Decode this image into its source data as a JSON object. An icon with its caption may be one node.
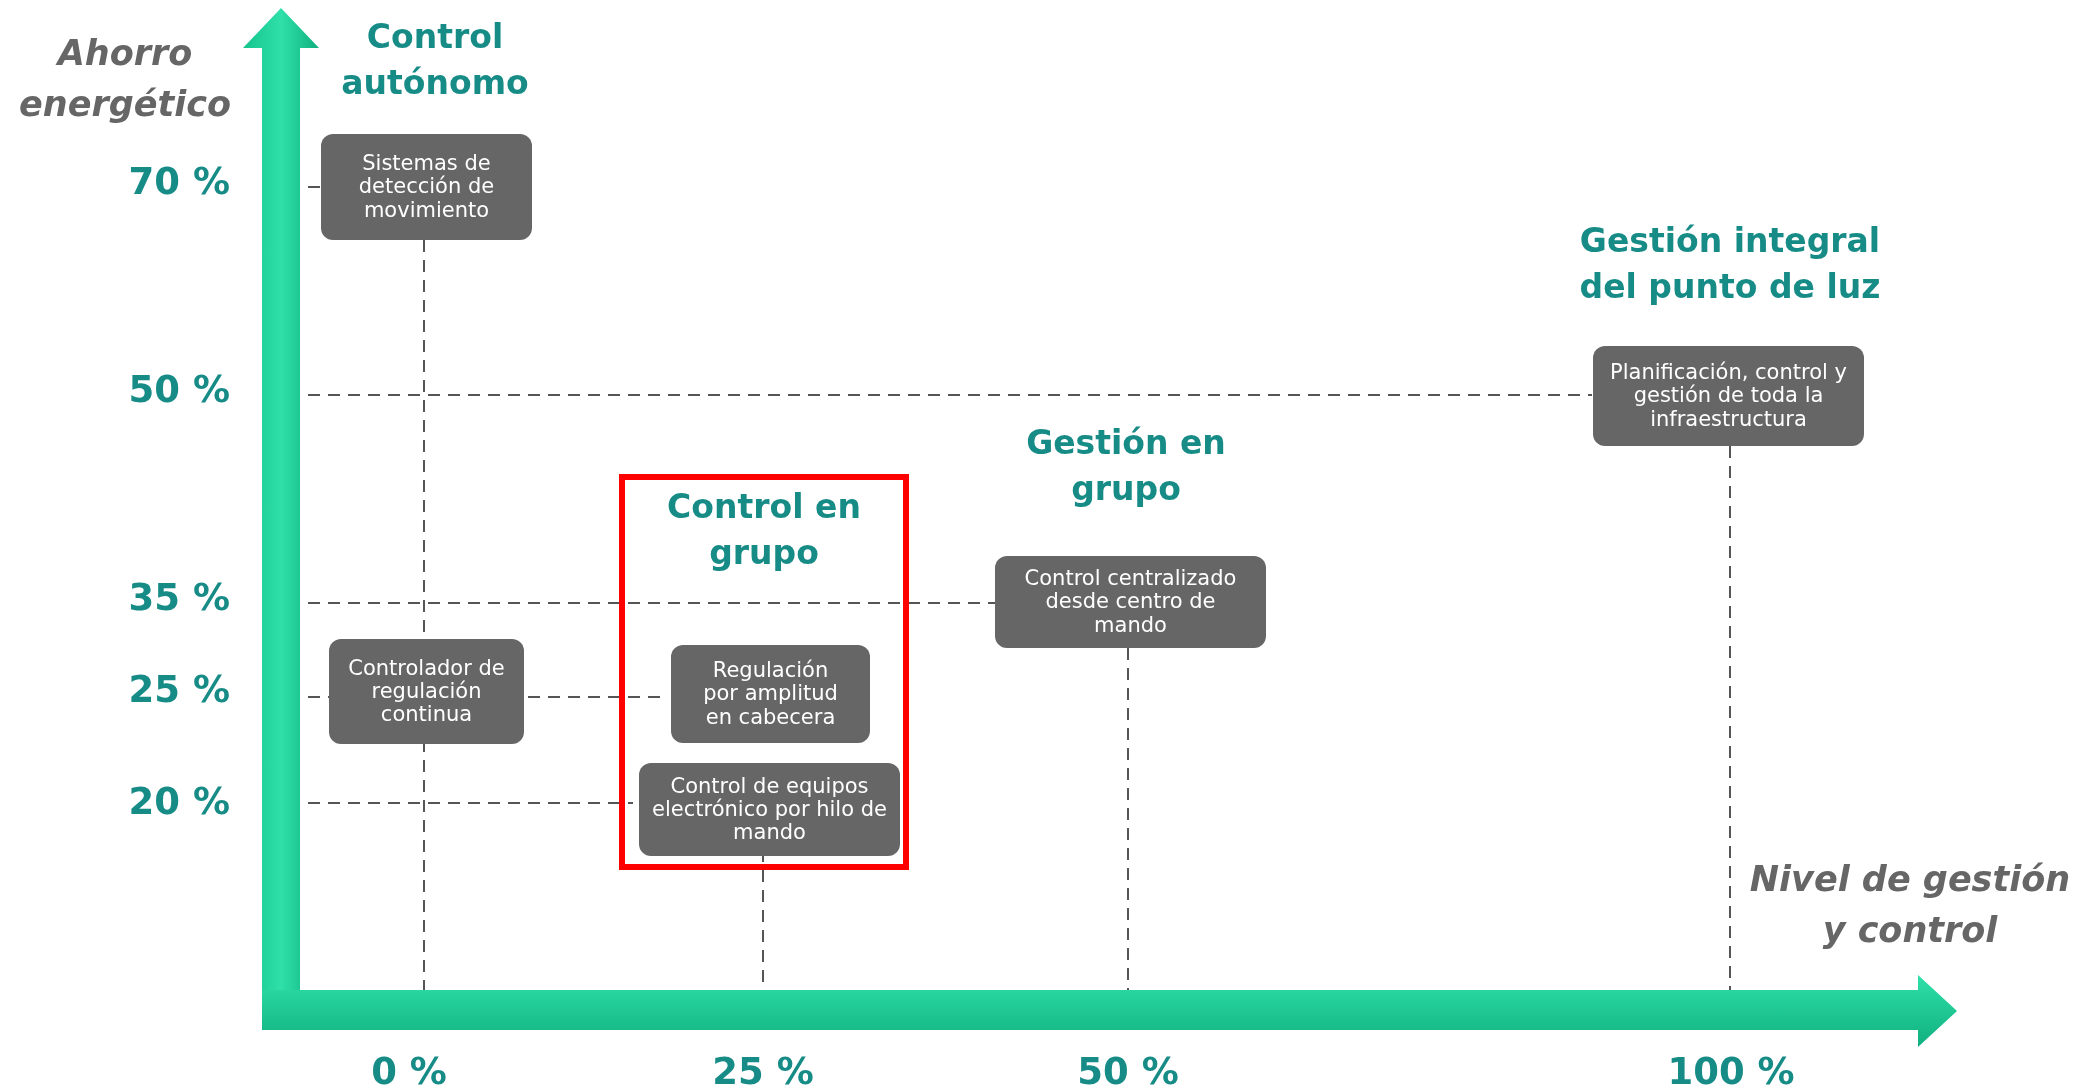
{
  "diagram": {
    "nodes": [
      {
        "text": [
          "Sistemas de detección de movimiento"
        ]
      },
      {
        "text": [
          "Planificación, control y gestión de toda la infraestructura"
        ]
      },
      {
        "text": [
          "Control en grupo"
        ]
      },
      {
        "text": [
          "Control centralizado desde centro de mando"
        ]
      },
      {
        "text": [
          "Controlador de regulación continua"
        ]
      },
      {
        "text": [
          "Regulación por amplitud en cabecera"
        ],
        "in": 2
      },
      {
        "text": [
          "Control de equipos electrónico por hilo de mando"
        ],
        "in": 2
      }
    ],
    "edges": [],
    "labels": [
      "Ahorro energético",
      "Control autónomo",
      "70 %",
      "Gestión integral del punto de luz",
      "50 %",
      "Gestión en grupo",
      "35 %",
      "25 %",
      "20 %",
      "Nivel de gestión y control",
      "0 %",
      "25 %",
      "50 %",
      "100 %"
    ]
  }
}
